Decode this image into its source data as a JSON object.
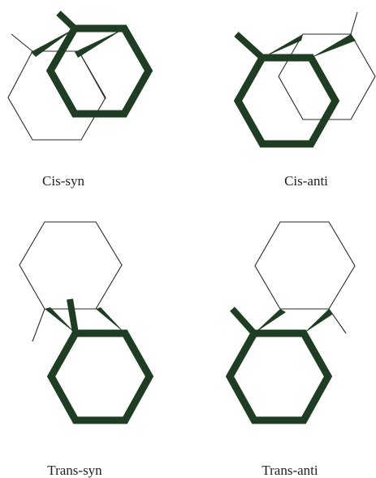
{
  "figure": {
    "labels": {
      "cis_syn": "Cis-syn",
      "cis_anti": "Cis-anti",
      "trans_syn": "Trans-syn",
      "trans_anti": "Trans-anti"
    },
    "colors": {
      "bold_ring": "#1f3d22",
      "thin_ring": "#2a2a2a",
      "background": "#ffffff"
    },
    "panels": [
      {
        "id": "cis-syn",
        "label_key": "cis_syn",
        "isomer": "cis",
        "orientation": "syn"
      },
      {
        "id": "cis-anti",
        "label_key": "cis_anti",
        "isomer": "cis",
        "orientation": "anti"
      },
      {
        "id": "trans-syn",
        "label_key": "trans_syn",
        "isomer": "trans",
        "orientation": "syn"
      },
      {
        "id": "trans-anti",
        "label_key": "trans_anti",
        "isomer": "trans",
        "orientation": "anti"
      }
    ]
  }
}
